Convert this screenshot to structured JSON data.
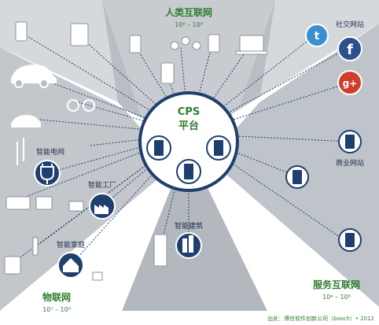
{
  "hub": {
    "title": "CPS",
    "subtitle": "平台"
  },
  "regions": {
    "human": {
      "title": "人类互联网",
      "range": "10⁶ – 10⁸"
    },
    "things": {
      "title": "物联网",
      "range": "10⁷ – 10⁹"
    },
    "services": {
      "title": "服务互联网",
      "range": "10⁴ – 10⁶"
    }
  },
  "nodes": {
    "social": "社交网站",
    "commerce": "商业网站",
    "grid": "智能电网",
    "factory": "智能工厂",
    "home": "智能家庭",
    "building": "智能建筑"
  },
  "source": "出处：博世软件创新公司（bosch）• 2012",
  "colors": {
    "sector_grey": "#b9bec4",
    "hub_blue": "#1f3f6e",
    "green": "#2f7d2f",
    "line": "#1f3f6e"
  }
}
